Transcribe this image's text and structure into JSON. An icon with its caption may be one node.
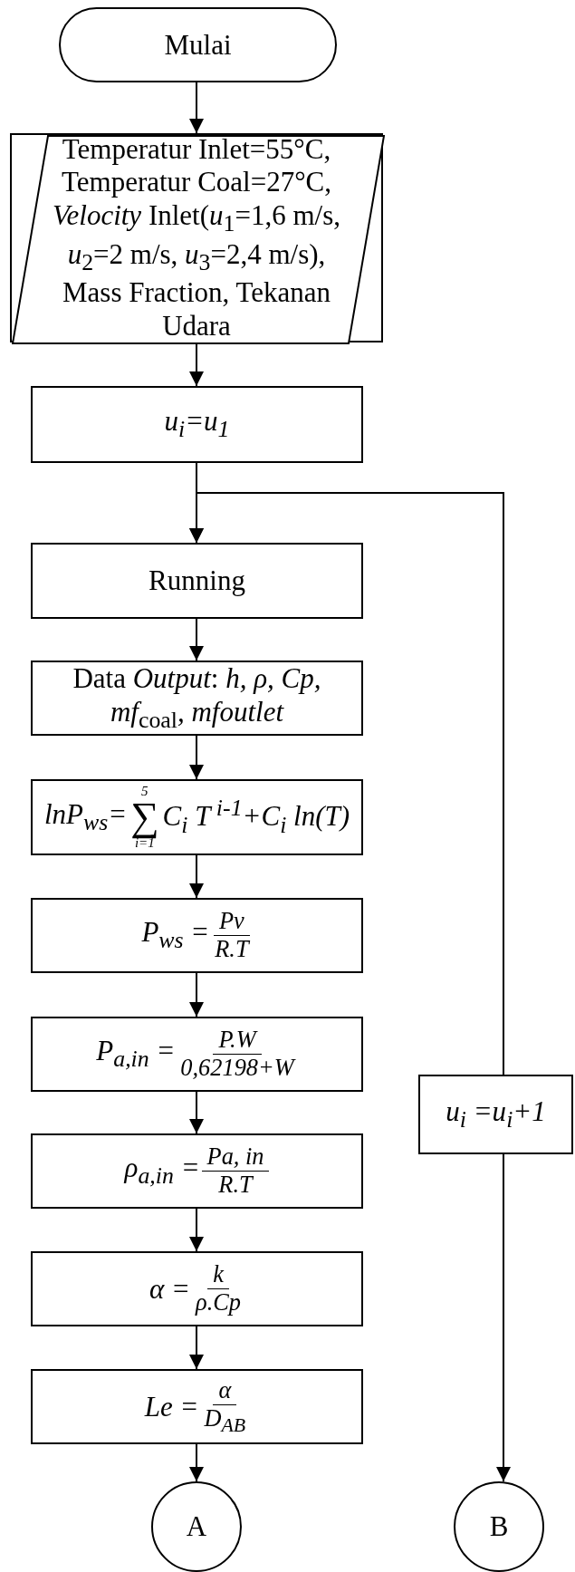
{
  "diagram": {
    "nodes": [
      {
        "text": [
          "Mulai"
        ]
      },
      {
        "text": [
          "Temperatur Inlet=55°C, Temperatur Coal=27°C, *Velocity* Inlet(*u*$_{1}$=1,6 m/s, *u*$_{2}$=2 m/s, *u*$_{3}$=2,4 m/s), Mass Fraction, Tekanan Udara"
        ]
      },
      {
        "text": [
          "u$_{i}$=u$_{1}$"
        ]
      },
      {
        "text": [
          "Running"
        ]
      },
      {
        "text": [
          "Data *Output*: *h, ρ, Cp, mf*$_{coal}$*, mfoutlet*"
        ]
      },
      {
        "text": [
          "lnP$_{ws}$=",
          "5",
          "∑",
          "i=1",
          "C$_{i}$ T$^{ i-1}$+C$_{i}$ ln(T)"
        ]
      },
      {
        "text": [
          "P$_{ws}$ =",
          "Pv",
          "R.T"
        ]
      },
      {
        "text": [
          "P$_{a,in}$ =",
          "P.W",
          "0,62198+W"
        ]
      },
      {
        "text": [
          "ρ$_{a,in}$ =",
          "Pa, in",
          "R.T"
        ]
      },
      {
        "text": [
          "α =",
          "k",
          "ρ.Cp"
        ]
      },
      {
        "text": [
          "Le =",
          "α",
          "D$_{AB}$"
        ]
      },
      {
        "text": [
          "A"
        ]
      },
      {
        "text": [
          "u$_{i}$ =u$_{i}$+1"
        ]
      },
      {
        "text": [
          "B"
        ]
      }
    ],
    "edges": [
      {
        "from": 0,
        "to": 1,
        "arrow": "to"
      },
      {
        "from": 1,
        "to": 2,
        "arrow": "to"
      },
      {
        "from": 2,
        "to": 3,
        "arrow": "to"
      },
      {
        "from": 3,
        "to": 4,
        "arrow": "to"
      },
      {
        "from": 4,
        "to": 5,
        "arrow": "to"
      },
      {
        "from": 5,
        "to": 6,
        "arrow": "to"
      },
      {
        "from": 6,
        "to": 7,
        "arrow": "to"
      },
      {
        "from": 7,
        "to": 8,
        "arrow": "to"
      },
      {
        "from": 8,
        "to": 9,
        "arrow": "to"
      },
      {
        "from": 9,
        "to": 10,
        "arrow": "to"
      },
      {
        "from": 10,
        "to": 11,
        "arrow": "to"
      },
      {
        "from": 12,
        "to": 3,
        "arrow": "to"
      },
      {
        "from": 12,
        "to": 13,
        "arrow": "to"
      }
    ]
  }
}
